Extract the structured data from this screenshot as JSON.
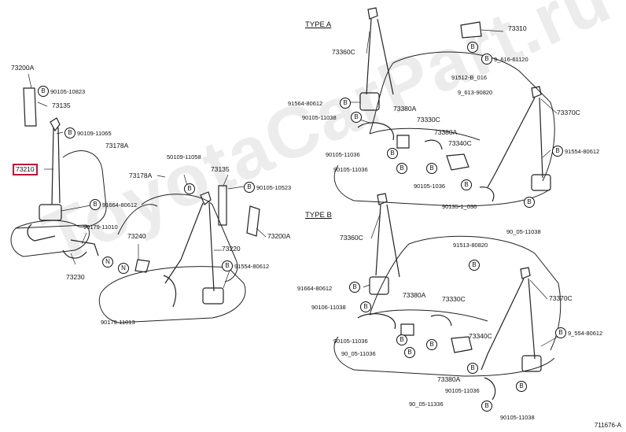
{
  "watermark": "ToyotaCarPart.ru",
  "ref": "711676-A",
  "type_a": "TYPE A",
  "type_b": "TYPE B",
  "circle_b": "B",
  "circle_n": "N",
  "left": {
    "p73200a_top": "73200A",
    "b90105_10823": "90105-10823",
    "p73135_top": "73135",
    "b90109_11065": "90109-11065",
    "p73178a_1": "73178A",
    "p73210": "73210",
    "b91664_80612": "91664-80612",
    "p90179_11010": "90179-11010",
    "p73230": "73230",
    "p50109_11058": "50109-11058",
    "p73178a_2": "73178A",
    "p73135_2": "73135",
    "b90105_10523": "90105-10523",
    "p73240": "73240",
    "p73200a_2": "73200A",
    "p73220": "73220",
    "b91554_80612": "91554-80612",
    "p90179_11013": "90179-11013"
  },
  "type_a_labels": {
    "p73360c": "73360C",
    "p73310": "73310",
    "b9_616_61120": "9_616-61120",
    "p91512_b_016": "91512-B_016",
    "p9_613_90820": "9_613-90820",
    "b91564_80612": "91564-80612",
    "p73380a": "73380A",
    "p73370c": "73370C",
    "b90105_11038": "90105-11038",
    "p73330c": "73330C",
    "p73380a_2": "73380A",
    "b91554_80612": "91554-80612",
    "p90105_11036": "90105-11036",
    "p73340c": "73340C",
    "b90105_11036": "90105-11036",
    "p90105_1036": "90105-1036",
    "p90135_1036": "90135-1_036",
    "p90_05_11038": "90_05-11038"
  },
  "type_b_labels": {
    "p73360c": "73360C",
    "p91513_80820": "91513-80820",
    "b91664_80612": "91664-80612",
    "p73380a": "73380A",
    "p73330c": "73330C",
    "p73370c": "73370C",
    "b90106_11038": "90106-11038",
    "p73340c": "73340C",
    "b9_554_80612": "9_554-80612",
    "b90105_11036": "90105-11036",
    "p90_05_11036": "90_05-11036",
    "p73380a_2": "73380A",
    "p90105_11036": "90105-11036",
    "p90_05_11336": "90_05-11336",
    "p90105_11038": "90105-11038"
  }
}
